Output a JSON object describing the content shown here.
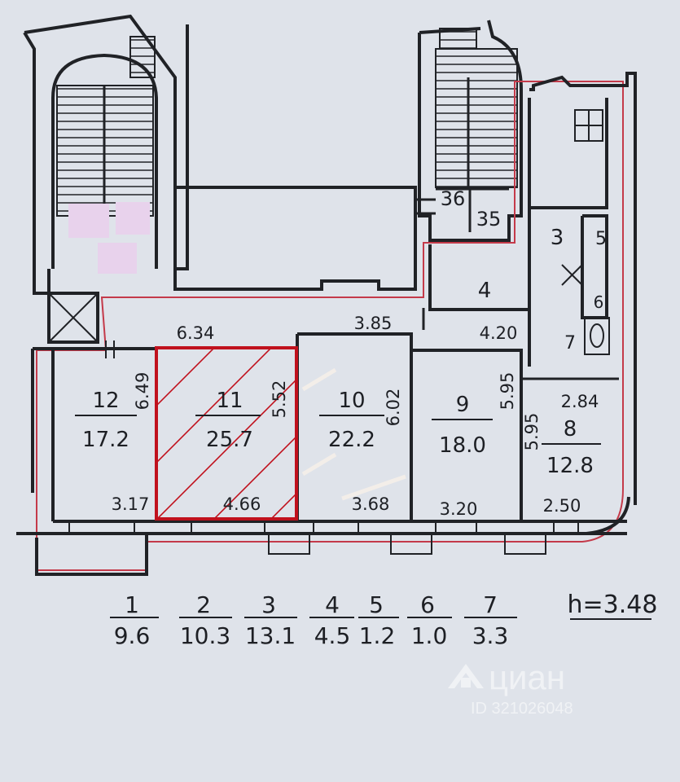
{
  "rooms": [
    {
      "num": "12",
      "area": "17.2"
    },
    {
      "num": "11",
      "area": "25.7"
    },
    {
      "num": "10",
      "area": "22.2"
    },
    {
      "num": "9",
      "area": "18.0"
    },
    {
      "num": "8",
      "area": "12.8"
    },
    {
      "num": "4"
    },
    {
      "num": "3"
    },
    {
      "num": "5"
    },
    {
      "num": "7"
    },
    {
      "num": "6"
    },
    {
      "num": "36"
    },
    {
      "num": "35"
    }
  ],
  "dimensions": [
    "6.34",
    "3.85",
    "4.20",
    "3.17",
    "4.66",
    "3.68",
    "3.20",
    "2.50",
    "2.84",
    "6.49",
    "5.52",
    "6.02",
    "5.95",
    "5.95"
  ],
  "legend": [
    {
      "num": "1",
      "area": "9.6"
    },
    {
      "num": "2",
      "area": "10.3"
    },
    {
      "num": "3",
      "area": "13.1"
    },
    {
      "num": "4",
      "area": "4.5"
    },
    {
      "num": "5",
      "area": "1.2"
    },
    {
      "num": "6",
      "area": "1.0"
    },
    {
      "num": "7",
      "area": "3.3"
    }
  ],
  "ceiling": "h=3.48",
  "watermark": {
    "brand": "циан",
    "id": "ID 321026048"
  },
  "colors": {
    "highlight": "#c0111d",
    "walls": "#202226",
    "outline": "#c43a4a",
    "paper": "#dfe3ea",
    "mask": "#e8d2ec"
  }
}
